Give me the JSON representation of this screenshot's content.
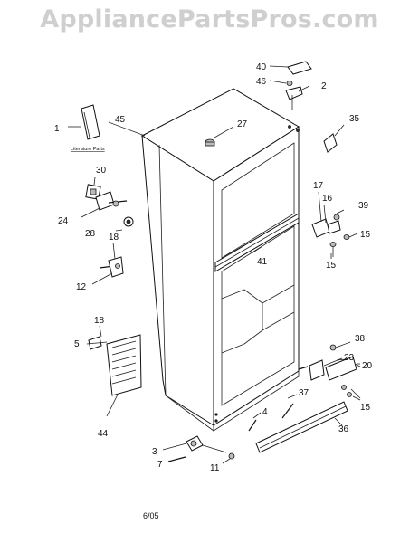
{
  "watermark": "AppliancePartsPros.com",
  "footer_code": "6/05",
  "literature_label": "Literature Parts",
  "callouts": {
    "c1": "1",
    "c2": "2",
    "c3": "3",
    "c4": "4",
    "c5": "5",
    "c7": "7",
    "c11": "11",
    "c12": "12",
    "c15a": "15",
    "c15b": "15",
    "c15c": "15",
    "c16": "16",
    "c17": "17",
    "c18a": "18",
    "c18b": "18",
    "c20": "20",
    "c23": "23",
    "c24": "24",
    "c27": "27",
    "c28": "28",
    "c30": "30",
    "c35": "35",
    "c36": "36",
    "c37": "37",
    "c38": "38",
    "c39": "39",
    "c40": "40",
    "c41": "41",
    "c44": "44",
    "c45": "45",
    "c46": "46"
  }
}
